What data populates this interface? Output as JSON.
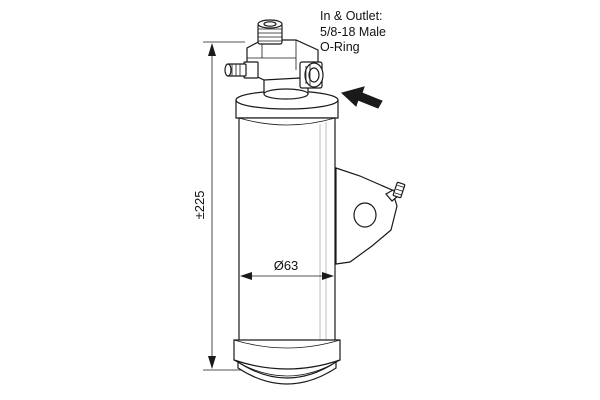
{
  "annotation": {
    "lines": [
      "In & Outlet:",
      "5/8-18 Male",
      "O-Ring"
    ]
  },
  "dimensions": {
    "height_label": "±225",
    "diameter_label": "Ø63"
  },
  "colors": {
    "line": "#1a1a1a",
    "text": "#111111",
    "background": "#ffffff"
  }
}
